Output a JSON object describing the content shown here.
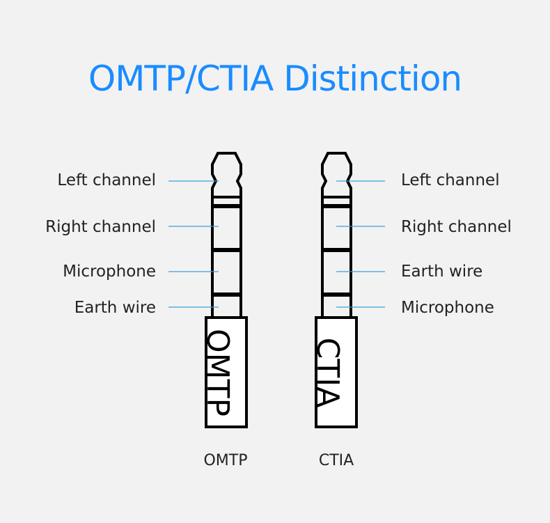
{
  "title": "OMTP/CTIA Distinction",
  "accent_color": "#1a8cff",
  "line_color": "#3aa3d6",
  "omtp": {
    "plug_text": "OMTP",
    "caption": "OMTP",
    "labels": [
      "Left channel",
      "Right channel",
      "Microphone",
      "Earth wire"
    ]
  },
  "ctia": {
    "plug_text": "CTIA",
    "caption": "CTIA",
    "labels": [
      "Left channel",
      "Right channel",
      "Earth wire",
      "Microphone"
    ]
  }
}
